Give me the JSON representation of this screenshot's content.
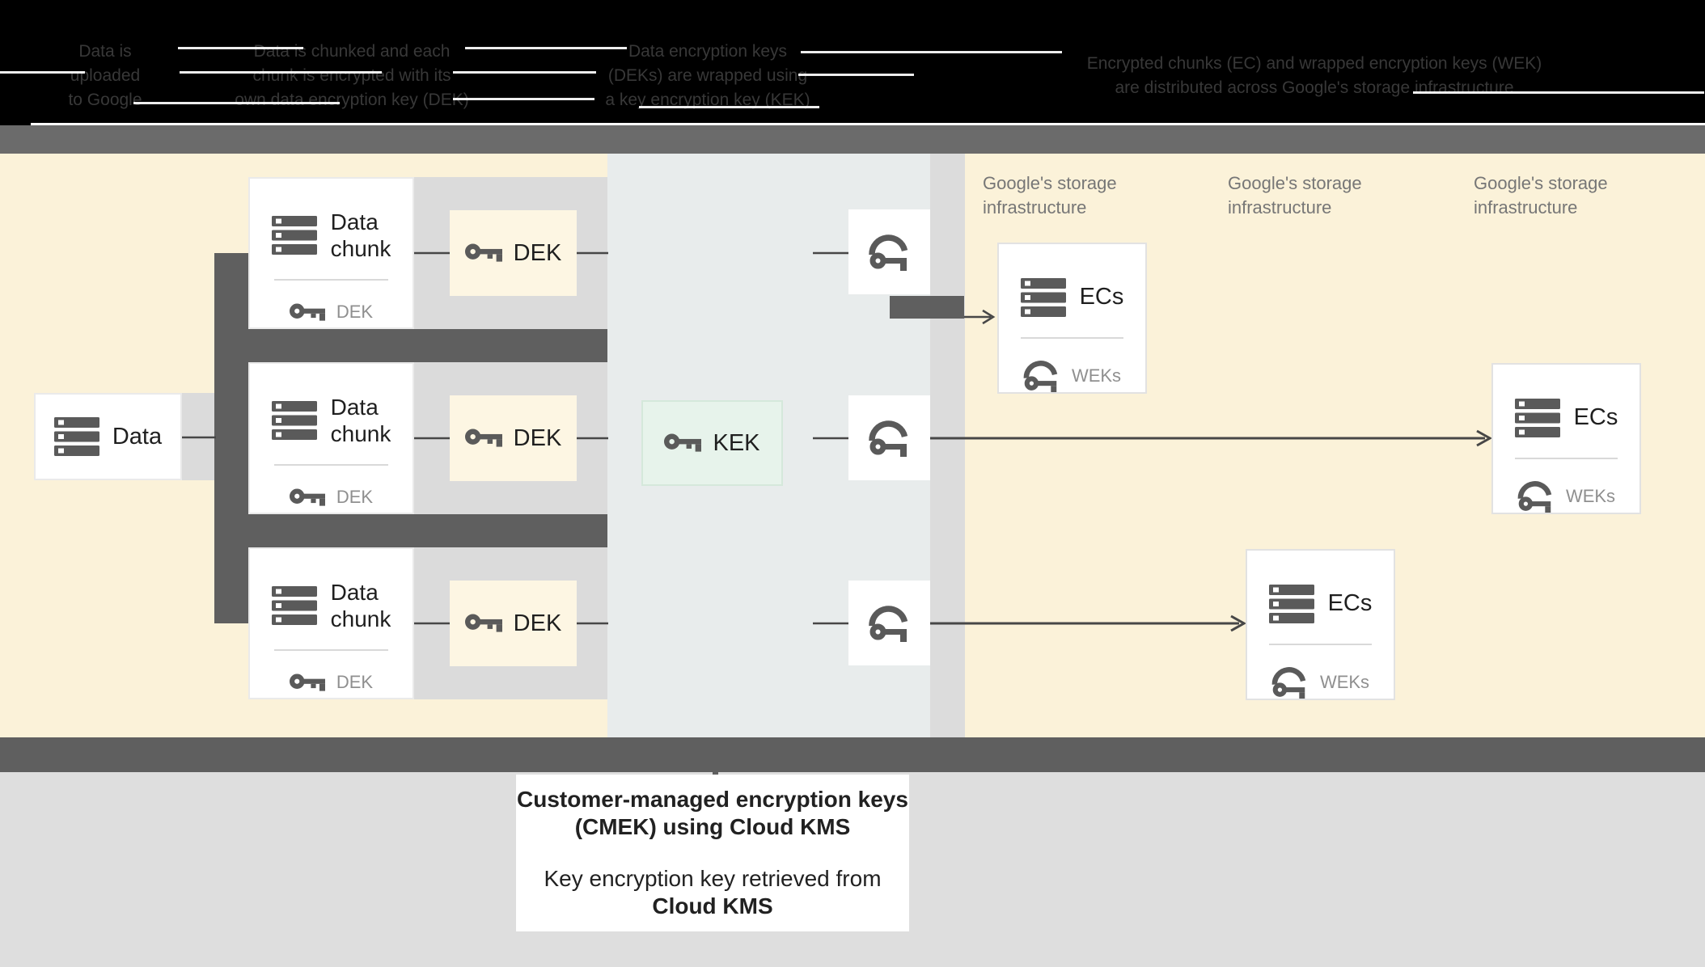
{
  "header": {
    "captions": [
      {
        "lines": [
          "Data is",
          "uploaded",
          "to Google"
        ]
      },
      {
        "lines": [
          "Data is chunked and each",
          "chunk is encrypted with its",
          "own data encryption key (DEK)"
        ]
      },
      {
        "lines": [
          "Data encryption keys",
          "(DEKs) are wrapped using",
          "a key encryption key (KEK)"
        ]
      },
      {
        "lines": [
          "Encrypted chunks (EC) and wrapped encryption keys (WEK)",
          "are distributed across Google's storage infrastructure"
        ]
      }
    ]
  },
  "diagram": {
    "data_box": {
      "label": "Data"
    },
    "chunk_box": {
      "title_line1": "Data",
      "title_line2": "chunk",
      "key_label": "DEK"
    },
    "dek_box": {
      "label": "DEK"
    },
    "kek_box": {
      "label": "KEK"
    },
    "ec_box": {
      "title": "ECs",
      "key_label": "WEKs"
    },
    "storage_label": {
      "line1": "Google's storage",
      "line2": "infrastructure"
    }
  },
  "caption": {
    "line1": "Customer-managed encryption keys",
    "line2": "(CMEK) using Cloud KMS",
    "line3": "Key encryption key retrieved from",
    "line4": "Cloud KMS"
  },
  "colors": {
    "header_black": "#000000",
    "top_bar_gray": "#6B6B6B",
    "cream_background": "#FBF2D9",
    "kms_panel": "#E8ECEC",
    "handoff_strip": "#DCDCDC",
    "light_band": "#DBDBDB",
    "dark_connector": "#5F5F5F",
    "dek_box_fill": "#FDF6E3",
    "kek_box_fill": "#E7F3EB",
    "kek_box_border": "#D5E8DB",
    "line_stroke": "#474747",
    "bottom_area": "#DEDEDE",
    "label_gray": "#767676",
    "sub_label_gray": "#8F8F8F"
  }
}
